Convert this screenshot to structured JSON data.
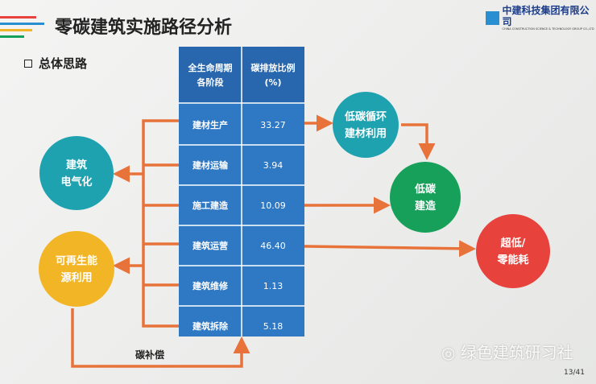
{
  "title": "零碳建筑实施路径分析",
  "logo": {
    "name_cn": "中建科技集团有限公司",
    "name_en": "CHINA CONSTRUCTION SCIENCE & TECHNOLOGY GROUP CO.,LTD"
  },
  "section": "总体思路",
  "table": {
    "headers": [
      [
        "全生命周期",
        "各阶段"
      ],
      [
        "碳排放比例",
        "(%)"
      ]
    ],
    "rows": [
      {
        "stage": "建材生产",
        "value": "33.27"
      },
      {
        "stage": "建材运输",
        "value": "3.94"
      },
      {
        "stage": "施工建造",
        "value": "10.09"
      },
      {
        "stage": "建筑运营",
        "value": "46.40"
      },
      {
        "stage": "建筑维修",
        "value": "1.13"
      },
      {
        "stage": "建筑拆除",
        "value": "5.18"
      }
    ]
  },
  "nodes": {
    "electrification": [
      "建筑",
      "电气化"
    ],
    "renewable": [
      "可再生能",
      "源利用"
    ],
    "recycle": [
      "低碳循环",
      "建材利用"
    ],
    "lowcarbon_build": [
      "低碳",
      "建造"
    ],
    "ultra_low": [
      "超低/",
      "零能耗"
    ]
  },
  "offset_label": "碳补偿",
  "watermark": "绿色建筑研习社",
  "page": "13/41",
  "colors": {
    "table": "#2f78c4",
    "arrow": "#e8733a",
    "teal": "#1fa2b0",
    "yellow": "#f2b526",
    "green": "#16a05a",
    "red": "#e8423c"
  }
}
